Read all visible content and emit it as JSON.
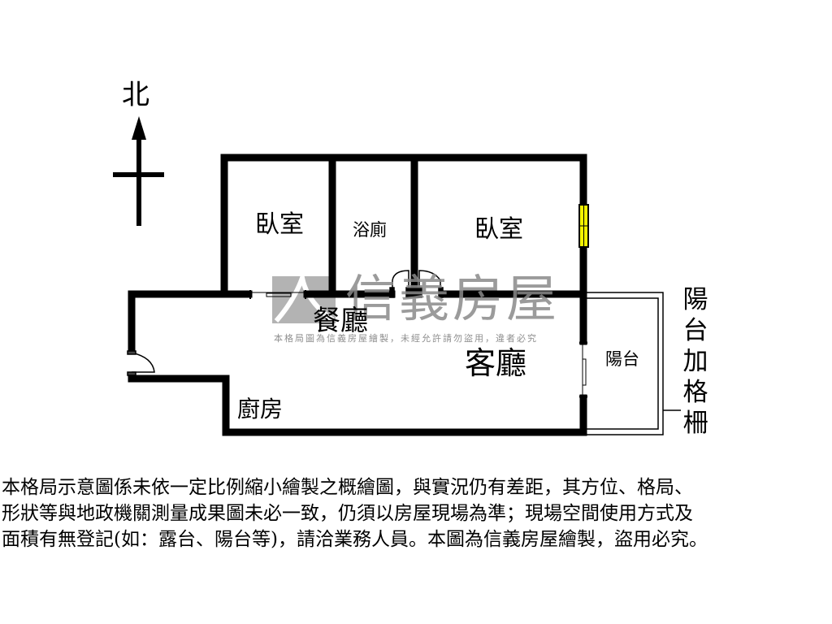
{
  "compass": {
    "north_label": "北",
    "icon": "north-arrow-icon"
  },
  "rooms": {
    "bedroom_left": "臥室",
    "bathroom": "浴廁",
    "bedroom_right": "臥室",
    "dining": "餐廳",
    "living": "客廳",
    "kitchen": "廚房",
    "balcony": "陽台"
  },
  "balcony_note": {
    "chars": [
      "陽",
      "台",
      "加",
      "格",
      "柵"
    ]
  },
  "watermark": {
    "brand": "信義房屋",
    "notice": "本格局圖為信義房屋繪製，未經允許請勿盜用，違者必究",
    "logo_icon": "sinyi-logo-icon"
  },
  "disclaimer": {
    "lines": [
      "本格局示意圖係未依一定比例縮小繪製之概繪圖，與實況仍有差距，其方位、格局、",
      "形狀等與地政機關測量成果圖未必一致，仍須以房屋現場為準；現場空間使用方式及",
      "面積有無登記(如：露台、陽台等)，請洽業務人員。本圖為信義房屋繪製，盜用必究。"
    ]
  },
  "colors": {
    "wall": "#000000",
    "window_fill": "#f2f200",
    "watermark": "#8a8a8a",
    "background": "#ffffff"
  }
}
